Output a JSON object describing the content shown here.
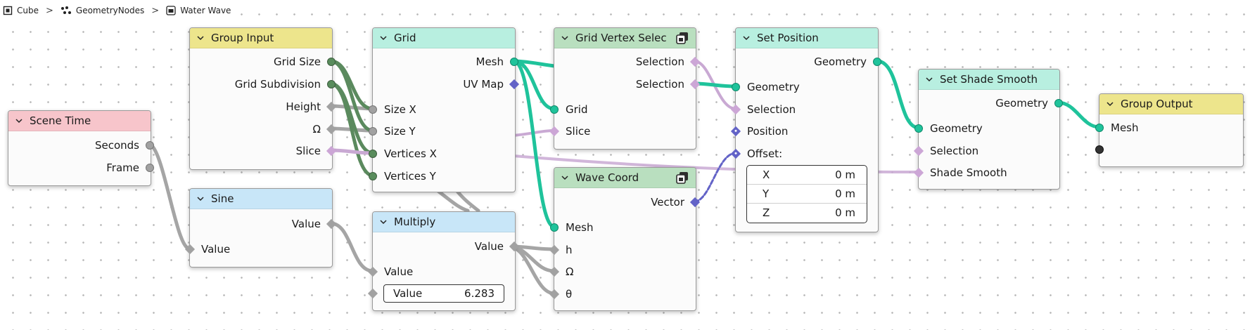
{
  "breadcrumb": {
    "object": "Cube",
    "modifier": "GeometryNodes",
    "node_group": "Water Wave"
  },
  "colors": {
    "header_input": "#ede58c",
    "header_output": "#ede58c",
    "header_geometry": "#b8efe0",
    "header_math": "#c8e6f8",
    "header_scene": "#f7c5cb",
    "header_group": "#b9dfbf",
    "geometry_socket": "#1fc39b",
    "int_socket": "#598c5c",
    "float_socket": "#a1a1a1",
    "vector_socket": "#6363c7",
    "bool_socket": "#cca6d6"
  },
  "nodes": {
    "scene_time": {
      "title": "Scene Time",
      "outputs": [
        "Seconds",
        "Frame"
      ]
    },
    "group_input": {
      "title": "Group Input",
      "outputs": [
        "Grid Size",
        "Grid Subdivision",
        "Height",
        "Ω",
        "Slice"
      ]
    },
    "sine": {
      "title": "Sine",
      "output": "Value",
      "input": "Value"
    },
    "grid": {
      "title": "Grid",
      "outputs": [
        "Mesh",
        "UV Map"
      ],
      "inputs": [
        "Size X",
        "Size Y",
        "Vertices X",
        "Vertices Y"
      ]
    },
    "multiply": {
      "title": "Multiply",
      "output": "Value",
      "input": "Value",
      "field_label": "Value",
      "field_value": "6.283"
    },
    "grid_vertex_select": {
      "title": "Grid Vertex Selec",
      "outputs": [
        "Selection",
        "Selection"
      ],
      "inputs": [
        "Grid",
        "Slice"
      ]
    },
    "wave_coord": {
      "title": "Wave Coord",
      "output": "Vector",
      "inputs": [
        "Mesh",
        "h",
        "Ω",
        "θ"
      ]
    },
    "set_position": {
      "title": "Set Position",
      "output": "Geometry",
      "inputs": [
        "Geometry",
        "Selection",
        "Position",
        "Offset:"
      ],
      "offset": [
        {
          "axis": "X",
          "value": "0 m"
        },
        {
          "axis": "Y",
          "value": "0 m"
        },
        {
          "axis": "Z",
          "value": "0 m"
        }
      ]
    },
    "set_shade_smooth": {
      "title": "Set Shade Smooth",
      "output": "Geometry",
      "inputs": [
        "Geometry",
        "Selection",
        "Shade Smooth"
      ]
    },
    "group_output": {
      "title": "Group Output",
      "input": "Mesh"
    }
  }
}
